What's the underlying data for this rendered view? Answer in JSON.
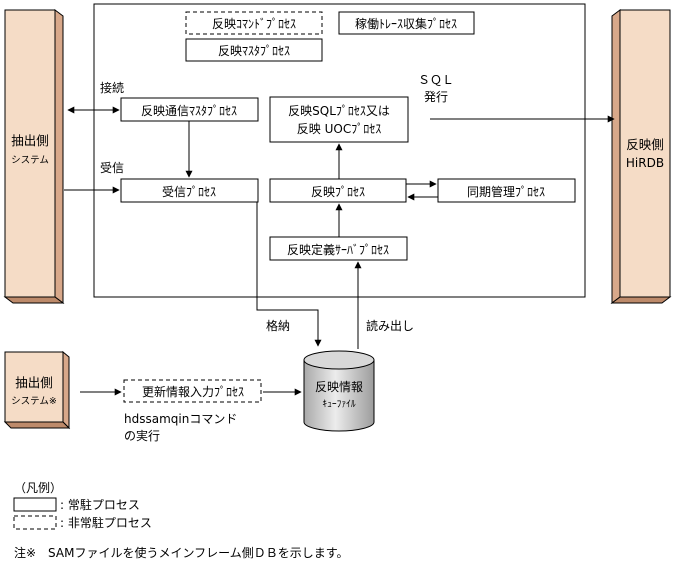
{
  "systems": {
    "source_top": {
      "line1": "抽出側",
      "line2": "システム"
    },
    "target": {
      "line1": "反映側",
      "line2": "HiRDB"
    },
    "source_bottom": {
      "line1": "抽出側",
      "line2": "システム※"
    }
  },
  "processes": {
    "reflect_command": "反映ｺﾏﾝﾄﾞﾌﾟﾛｾｽ",
    "operation_trace": "稼働ﾄﾚｰｽ収集ﾌﾟﾛｾｽ",
    "reflect_master": "反映ﾏｽﾀﾌﾟﾛｾｽ",
    "reflect_comm_master": "反映通信ﾏｽﾀﾌﾟﾛｾｽ",
    "reflect_sql_uoc_line1": "反映SQLﾌﾟﾛｾｽ又は",
    "reflect_sql_uoc_line2": "反映 UOCﾌﾟﾛｾｽ",
    "receive": "受信ﾌﾟﾛｾｽ",
    "reflect": "反映ﾌﾟﾛｾｽ",
    "sync_manage": "同期管理ﾌﾟﾛｾｽ",
    "reflect_def_server": "反映定義ｻｰﾊﾞﾌﾟﾛｾｽ",
    "update_input": "更新情報入力ﾌﾟﾛｾｽ"
  },
  "labels": {
    "connect": "接続",
    "receive": "受信",
    "sql_issue_line1": "ＳＱＬ",
    "sql_issue_line2": "発行",
    "store": "格納",
    "read": "読み出し",
    "command_line1": "hdssamqinコマンド",
    "command_line2": "の実行"
  },
  "queue_file": {
    "line1": "反映情報",
    "line2": "ｷｭｰﾌｧｲﾙ"
  },
  "legend": {
    "title": "（凡例）",
    "resident": ": 常駐プロセス",
    "nonresident": ": 非常駐プロセス"
  },
  "note": "注※　SAMファイルを使うメインフレーム側ＤＢを示します。",
  "colors": {
    "system_fill": "#f5dcc6",
    "line": "#000000",
    "queue_fill": "#d0d0d0"
  }
}
